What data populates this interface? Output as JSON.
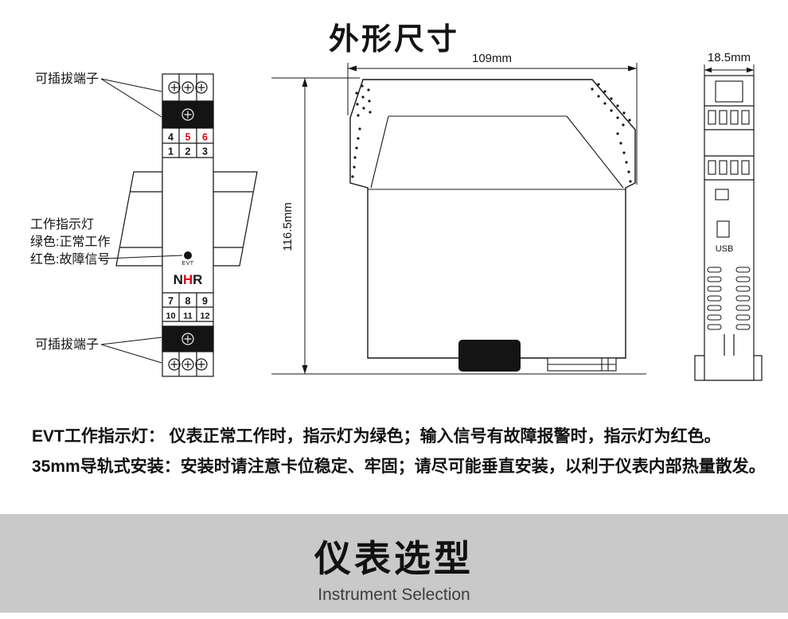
{
  "title": "外形尺寸",
  "callouts": {
    "top_terminal": "可插拔端子",
    "indicator_line1": "工作指示灯",
    "indicator_line2": "绿色:正常工作",
    "indicator_line3": "红色:故障信号",
    "bottom_terminal": "可插拔端子"
  },
  "front_view": {
    "terminal_numbers_row1": [
      "4",
      "5",
      "6"
    ],
    "terminal_numbers_row2": [
      "1",
      "2",
      "3"
    ],
    "terminal_numbers_row3": [
      "7",
      "8",
      "9"
    ],
    "terminal_numbers_row4": [
      "10",
      "11",
      "12"
    ],
    "led_label": "EVT",
    "brand_parts": [
      "N",
      "H",
      "R"
    ]
  },
  "dimensions": {
    "width": "109mm",
    "height": "116.5mm",
    "depth": "18.5mm"
  },
  "side_view": {
    "usb_label": "USB"
  },
  "notes": [
    "EVT工作指示灯： 仪表正常工作时，指示灯为绿色；输入信号有故障报警时，指示灯为红色。",
    "35mm导轨式安装：安装时请注意卡位稳定、牢固；请尽可能垂直安装，以利于仪表内部热量散发。"
  ],
  "footer": {
    "title": "仪表选型",
    "subtitle": "Instrument Selection"
  },
  "colors": {
    "line": "#141414",
    "accent_red": "#e60012",
    "banner_bg": "#c9c9c9"
  }
}
